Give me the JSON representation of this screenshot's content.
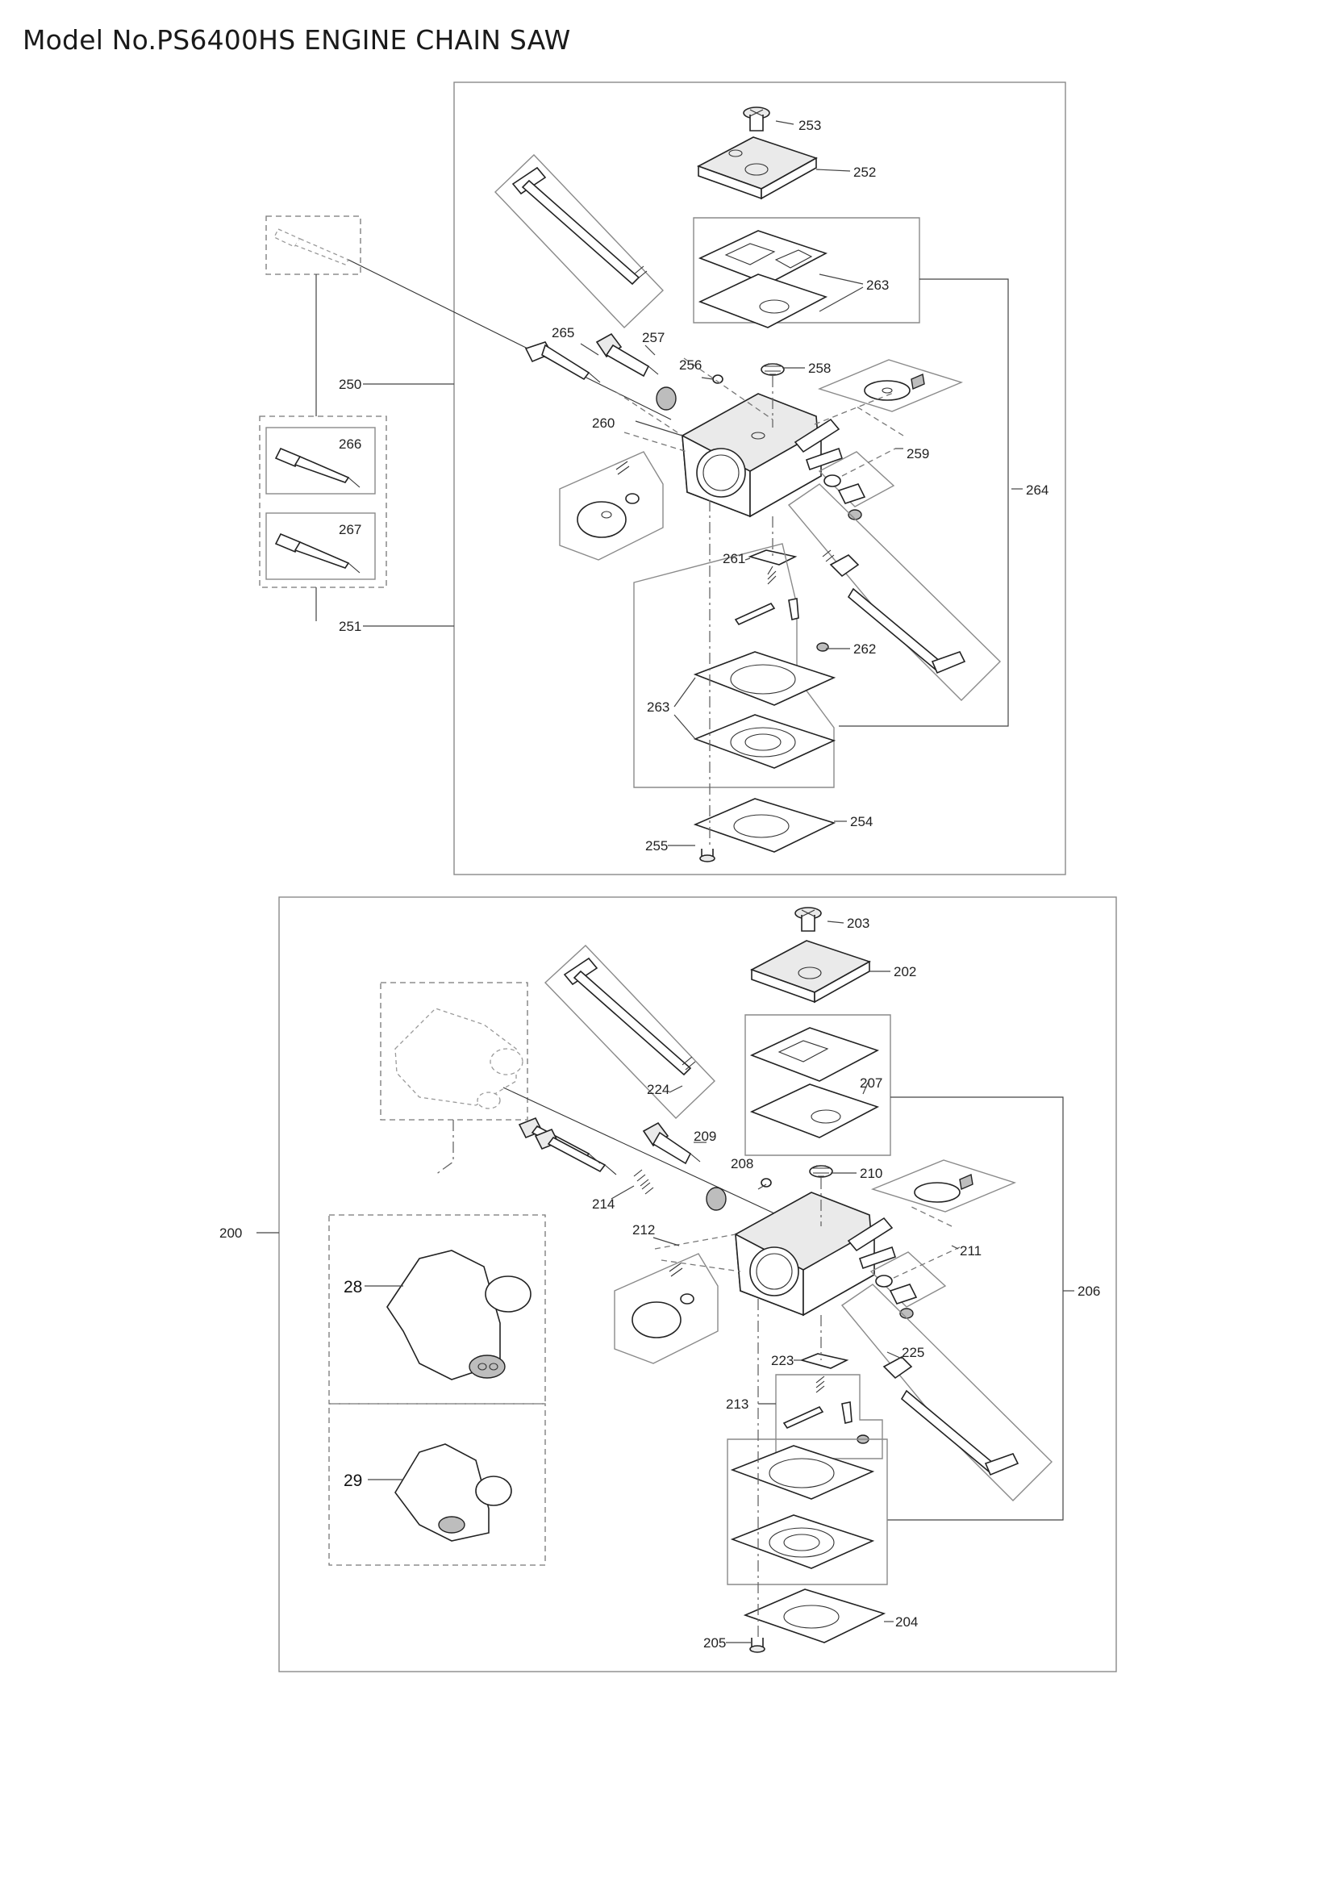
{
  "title": "Model No.PS6400HS ENGINE CHAIN SAW",
  "upper_assembly": {
    "labels": [
      "253",
      "252",
      "263",
      "265",
      "257",
      "256",
      "258",
      "250",
      "260",
      "259",
      "264",
      "266",
      "267",
      "261",
      "262",
      "251",
      "263",
      "254",
      "255"
    ]
  },
  "lower_assembly": {
    "labels": [
      "203",
      "202",
      "207",
      "224",
      "209",
      "208",
      "210",
      "214",
      "212",
      "211",
      "200",
      "28",
      "206",
      "223",
      "225",
      "213",
      "29",
      "204",
      "205"
    ]
  }
}
